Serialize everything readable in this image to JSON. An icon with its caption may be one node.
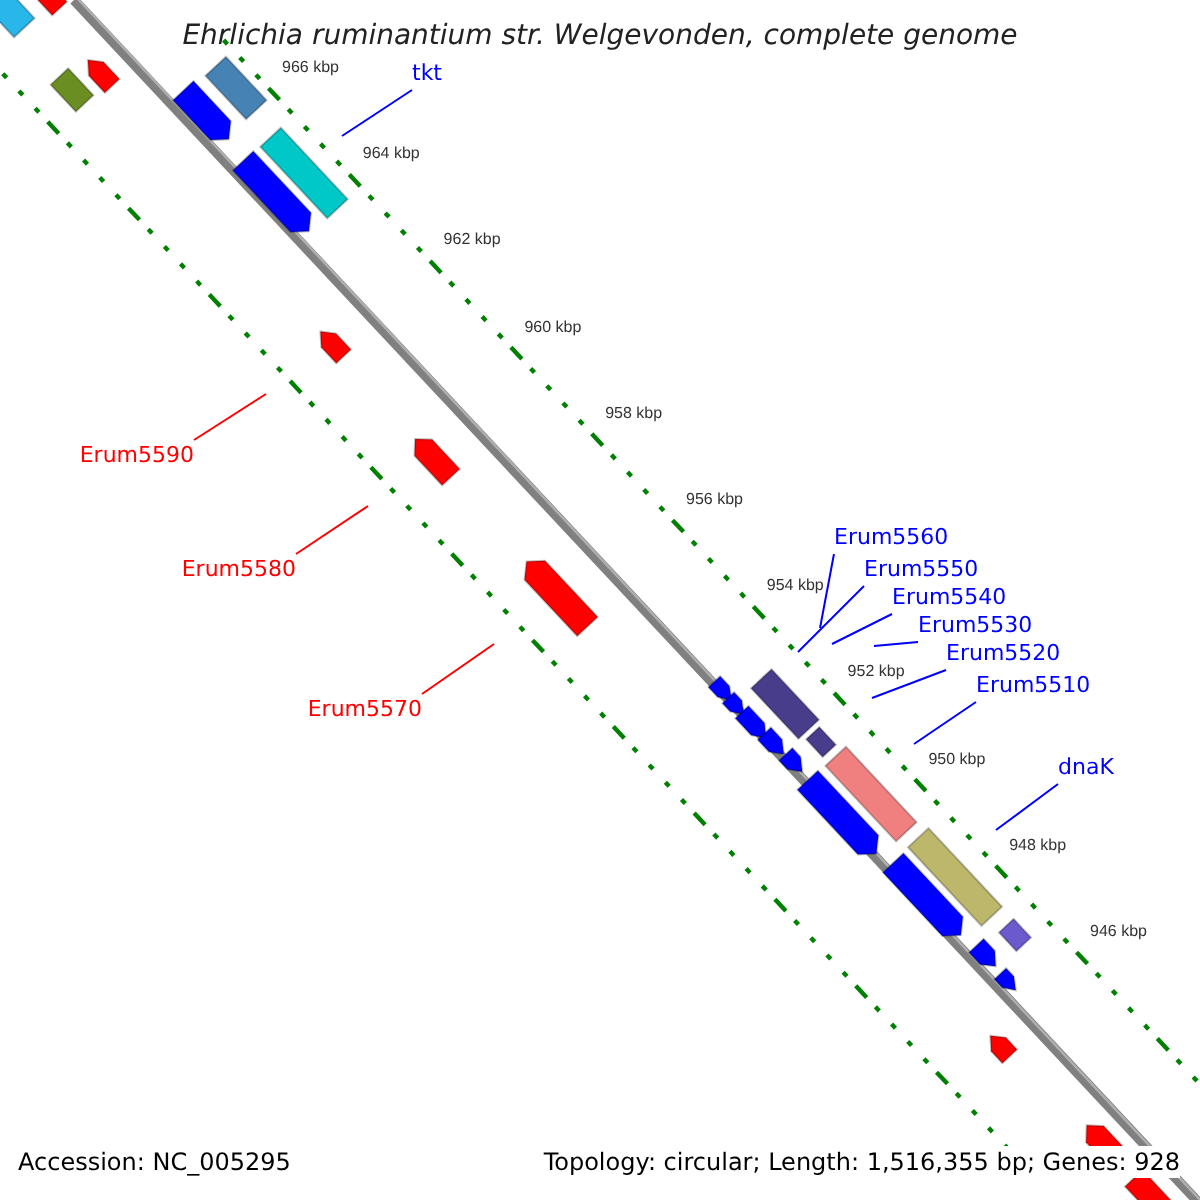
{
  "diagram": {
    "title": "Ehrlichia ruminantium str. Welgevonden, complete genome",
    "nodes": [
      {
        "text": [
          "tkt"
        ]
      },
      {
        "text": [
          "Erum5590"
        ]
      },
      {
        "text": [
          "Erum5580"
        ]
      },
      {
        "text": [
          "Erum5570"
        ]
      },
      {
        "text": [
          "Erum5560"
        ]
      },
      {
        "text": [
          "Erum5550"
        ]
      },
      {
        "text": [
          "Erum5540"
        ]
      },
      {
        "text": [
          "Erum5530"
        ]
      },
      {
        "text": [
          "Erum5520"
        ]
      },
      {
        "text": [
          "Erum5510"
        ]
      },
      {
        "text": [
          "dnaK"
        ]
      }
    ],
    "edges": [
      {
        "from": 0,
        "to": null,
        "arrow": "none"
      },
      {
        "from": 1,
        "to": null,
        "arrow": "none",
        "color": "#ff0000"
      },
      {
        "from": 2,
        "to": null,
        "arrow": "none",
        "color": "#ff0000"
      },
      {
        "from": 3,
        "to": null,
        "arrow": "none",
        "color": "#ff0000"
      },
      {
        "from": 4,
        "to": null,
        "arrow": "none"
      },
      {
        "from": 5,
        "to": null,
        "arrow": "none"
      },
      {
        "from": 6,
        "to": null,
        "arrow": "none"
      },
      {
        "from": 7,
        "to": null,
        "arrow": "none"
      },
      {
        "from": 8,
        "to": null,
        "arrow": "none"
      },
      {
        "from": 9,
        "to": null,
        "arrow": "none"
      },
      {
        "from": 10,
        "to": null,
        "arrow": "none"
      }
    ],
    "labels": [
      "966 kbp",
      "964 kbp",
      "962 kbp",
      "960 kbp",
      "958 kbp",
      "956 kbp",
      "954 kbp",
      "952 kbp",
      "950 kbp",
      "948 kbp",
      "946 kbp",
      "Accession: NC_005295",
      "Topology: circular; Length: 1,516,355 bp; Genes: 928"
    ]
  }
}
